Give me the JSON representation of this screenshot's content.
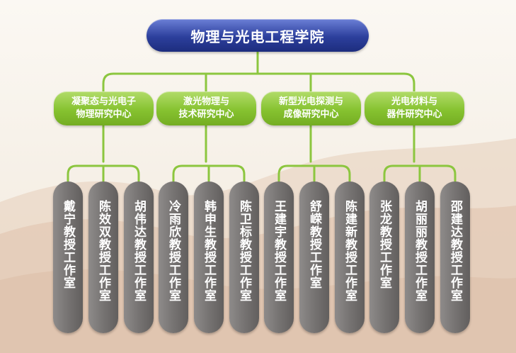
{
  "title": "物理与光电工程学院",
  "centers": [
    {
      "name": [
        "凝聚态与光电子",
        "物理研究中心"
      ],
      "studios": [
        "戴宁教授工作室",
        "陈效双教授工作室",
        "胡伟达教授工作室"
      ]
    },
    {
      "name": [
        "激光物理与",
        "技术研究中心"
      ],
      "studios": [
        "冷雨欣教授工作室",
        "韩申生教授工作室",
        "陈卫标教授工作室"
      ]
    },
    {
      "name": [
        "新型光电探测与",
        "成像研究中心"
      ],
      "studios": [
        "王建宇教授工作室",
        "舒嵘教授工作室",
        "陈建新教授工作室"
      ]
    },
    {
      "name": [
        "光电材料与",
        "器件研究中心"
      ],
      "studios": [
        "张龙教授工作室",
        "胡丽丽教授工作室",
        "邵建达教授工作室"
      ]
    }
  ],
  "colors": {
    "root": "#2c3f9c",
    "center": "#86c230",
    "studio": "#767372",
    "connector": "#8cc63f",
    "background": "#f5eee3"
  }
}
